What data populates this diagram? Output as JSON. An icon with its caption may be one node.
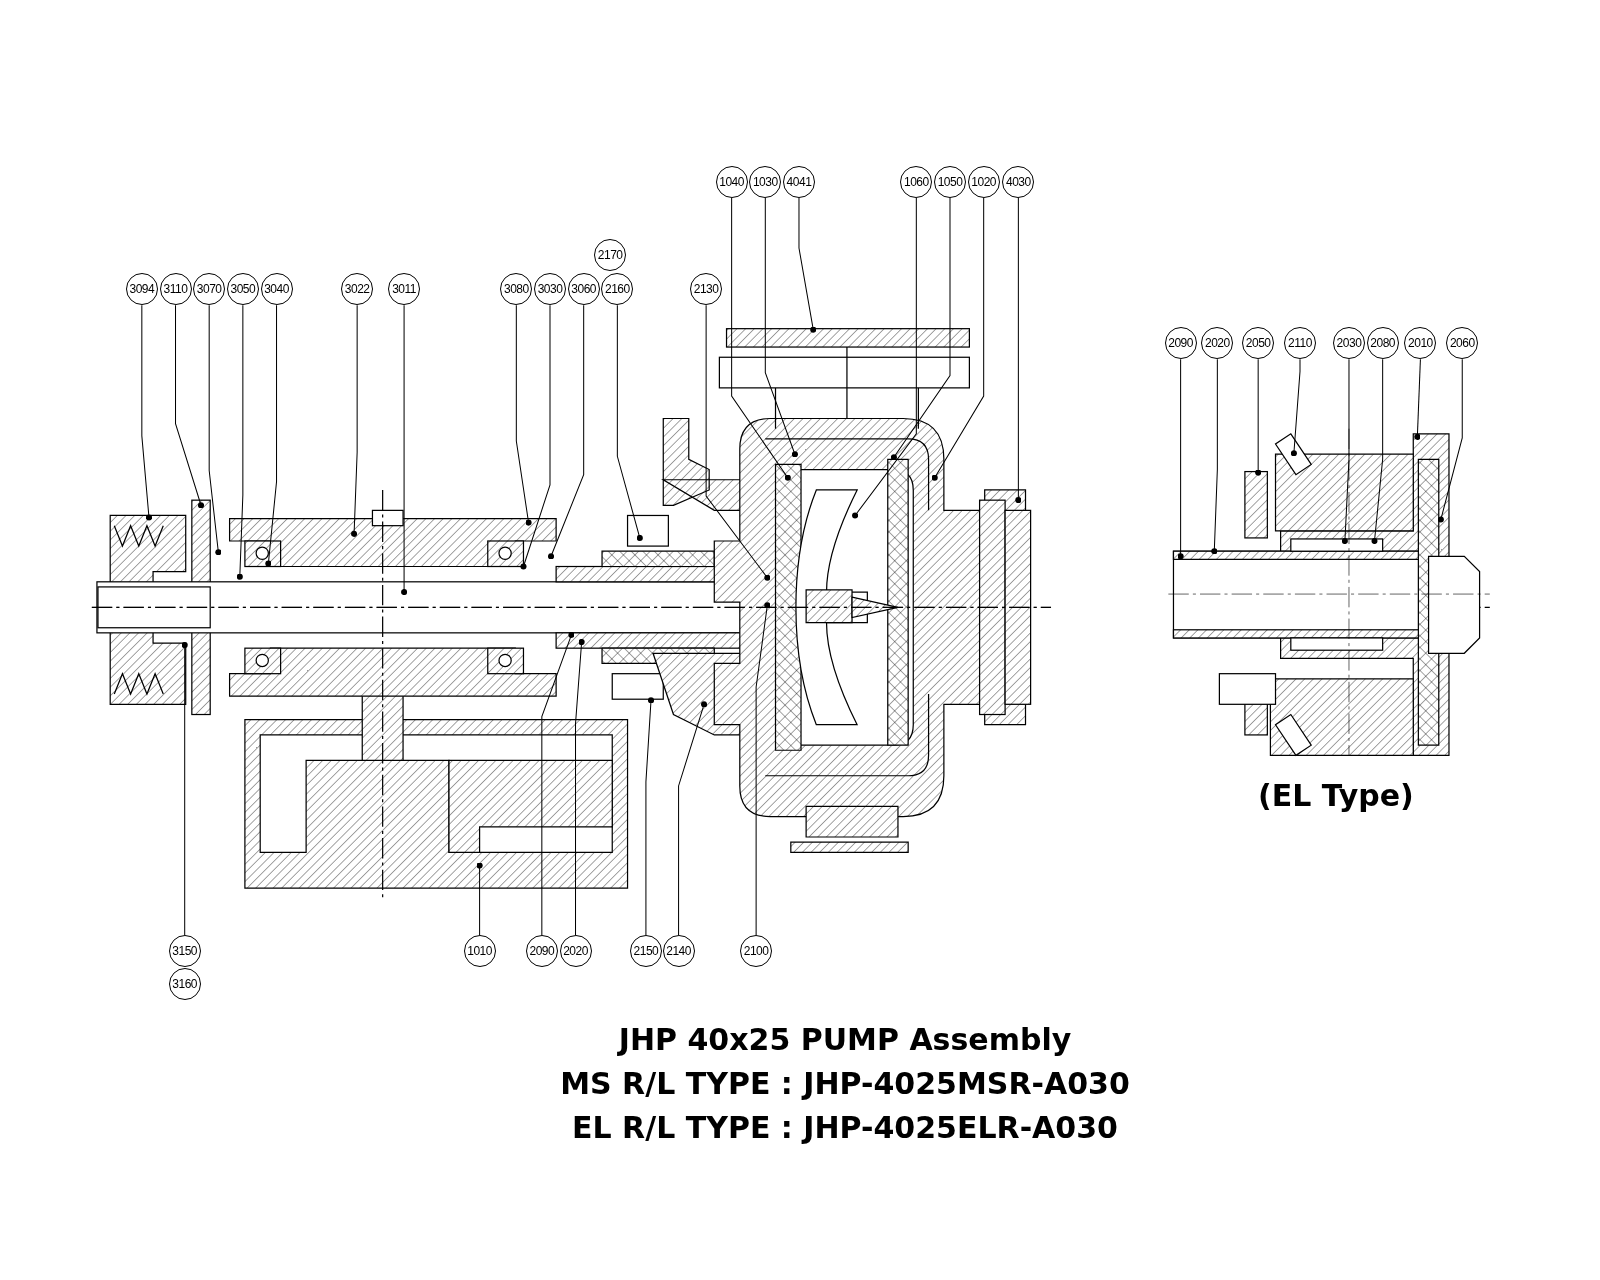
{
  "diagram": {
    "title": "JHP 40x25 PUMP Assembly",
    "nodes": [
      {
        "text": [
          "1040"
        ]
      },
      {
        "text": [
          "1030"
        ]
      },
      {
        "text": [
          "4041"
        ]
      },
      {
        "text": [
          "1060"
        ]
      },
      {
        "text": [
          "1050"
        ]
      },
      {
        "text": [
          "1020"
        ]
      },
      {
        "text": [
          "4030"
        ]
      },
      {
        "text": [
          "2170"
        ]
      },
      {
        "text": [
          "3094"
        ]
      },
      {
        "text": [
          "3110"
        ]
      },
      {
        "text": [
          "3070"
        ]
      },
      {
        "text": [
          "3050"
        ]
      },
      {
        "text": [
          "3040"
        ]
      },
      {
        "text": [
          "3022"
        ]
      },
      {
        "text": [
          "3011"
        ]
      },
      {
        "text": [
          "3080"
        ]
      },
      {
        "text": [
          "3030"
        ]
      },
      {
        "text": [
          "3060"
        ]
      },
      {
        "text": [
          "2160"
        ]
      },
      {
        "text": [
          "2130"
        ]
      },
      {
        "text": [
          "2090"
        ]
      },
      {
        "text": [
          "2020"
        ]
      },
      {
        "text": [
          "2050"
        ]
      },
      {
        "text": [
          "2110"
        ]
      },
      {
        "text": [
          "2030"
        ]
      },
      {
        "text": [
          "2080"
        ]
      },
      {
        "text": [
          "2010"
        ]
      },
      {
        "text": [
          "2060"
        ]
      },
      {
        "text": [
          "3150"
        ]
      },
      {
        "text": [
          "1010"
        ]
      },
      {
        "text": [
          "2090"
        ]
      },
      {
        "text": [
          "2020"
        ]
      },
      {
        "text": [
          "2150"
        ]
      },
      {
        "text": [
          "2140"
        ]
      },
      {
        "text": [
          "2100"
        ]
      },
      {
        "text": [
          "3160"
        ]
      }
    ],
    "edges": [
      {
        "from": 0,
        "to": null,
        "arrow": "other"
      },
      {
        "from": 1,
        "to": null,
        "arrow": "other"
      },
      {
        "from": 2,
        "to": null,
        "arrow": "other"
      },
      {
        "from": 3,
        "to": null,
        "arrow": "other"
      },
      {
        "from": 4,
        "to": null,
        "arrow": "other"
      },
      {
        "from": 5,
        "to": null,
        "arrow": "other"
      },
      {
        "from": 6,
        "to": null,
        "arrow": "other"
      },
      {
        "from": 8,
        "to": null,
        "arrow": "other"
      },
      {
        "from": 9,
        "to": null,
        "arrow": "other"
      },
      {
        "from": 10,
        "to": null,
        "arrow": "other"
      },
      {
        "from": 11,
        "to": null,
        "arrow": "other"
      },
      {
        "from": 12,
        "to": null,
        "arrow": "other"
      },
      {
        "from": 13,
        "to": null,
        "arrow": "other"
      },
      {
        "from": 14,
        "to": null,
        "arrow": "other"
      },
      {
        "from": 15,
        "to": null,
        "arrow": "other"
      },
      {
        "from": 16,
        "to": null,
        "arrow": "other"
      },
      {
        "from": 17,
        "to": null,
        "arrow": "other"
      },
      {
        "from": 18,
        "to": null,
        "arrow": "other"
      },
      {
        "from": 19,
        "to": null,
        "arrow": "other"
      },
      {
        "from": 20,
        "to": null,
        "arrow": "other"
      },
      {
        "from": 21,
        "to": null,
        "arrow": "other"
      },
      {
        "from": 22,
        "to": null,
        "arrow": "other"
      },
      {
        "from": 23,
        "to": null,
        "arrow": "other"
      },
      {
        "from": 24,
        "to": null,
        "arrow": "other"
      },
      {
        "from": 25,
        "to": null,
        "arrow": "other"
      },
      {
        "from": 26,
        "to": null,
        "arrow": "other"
      },
      {
        "from": 27,
        "to": null,
        "arrow": "other"
      },
      {
        "from": 28,
        "to": null,
        "arrow": "other"
      },
      {
        "from": 29,
        "to": null,
        "arrow": "other"
      },
      {
        "from": 30,
        "to": null,
        "arrow": "other"
      },
      {
        "from": 31,
        "to": null,
        "arrow": "other"
      },
      {
        "from": 32,
        "to": null,
        "arrow": "other"
      },
      {
        "from": 33,
        "to": null,
        "arrow": "other"
      },
      {
        "from": 34,
        "to": null,
        "arrow": "other"
      }
    ],
    "labels": [
      "(EL Type)",
      "MS R/L TYPE : JHP-4025MSR-A030",
      "EL R/L TYPE : JHP-4025ELR-A030"
    ]
  }
}
